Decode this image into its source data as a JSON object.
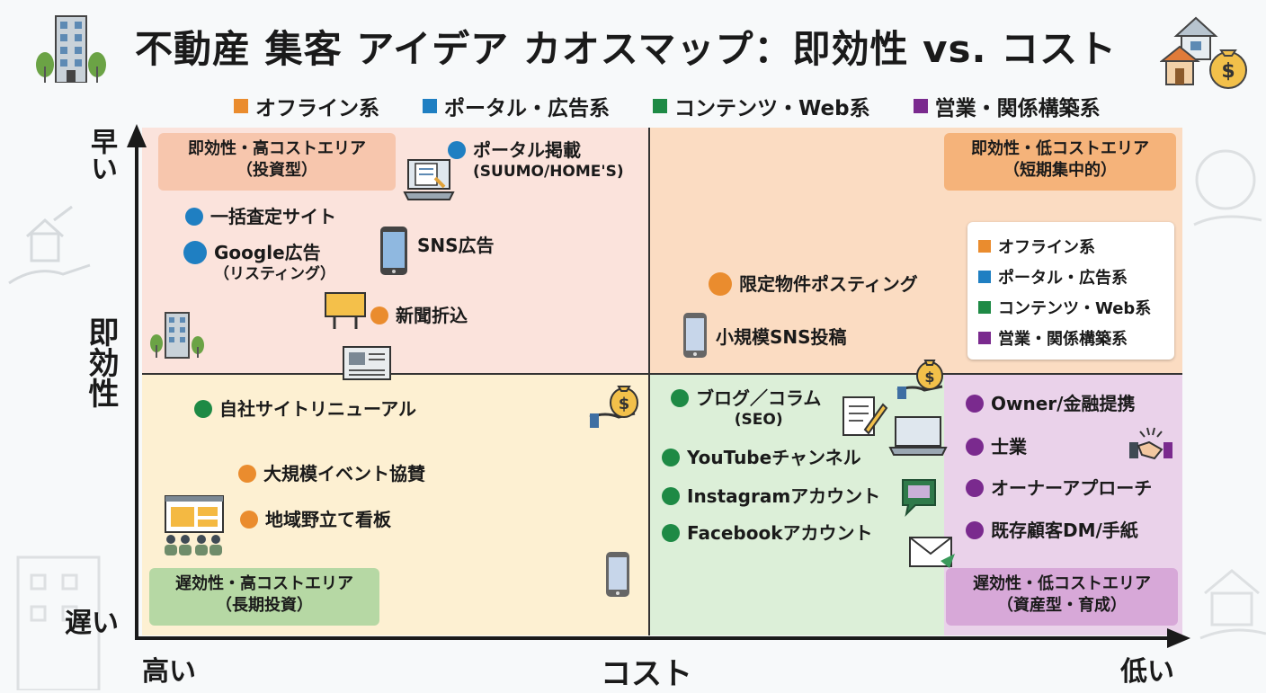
{
  "title": "不動産 集客 アイデア カオスマップ：即効性 vs. コスト",
  "colors": {
    "offline": "#ea8c2e",
    "portal": "#1f7fc2",
    "content": "#1e8a45",
    "sales": "#7a2a8e"
  },
  "legend": [
    {
      "label": "オフライン系",
      "color": "#ea8c2e"
    },
    {
      "label": "ポータル・広告系",
      "color": "#1f7fc2"
    },
    {
      "label": "コンテンツ・Web系",
      "color": "#1e8a45"
    },
    {
      "label": "営業・関係構築系",
      "color": "#7a2a8e"
    }
  ],
  "axes": {
    "y_label": "即効性",
    "y_top": "早い",
    "y_bottom": "遅い",
    "x_label": "コスト",
    "x_left": "高い",
    "x_right": "低い"
  },
  "zones": {
    "top_left": {
      "line1": "即効性・高コストエリア",
      "line2": "（投資型）"
    },
    "top_right": {
      "line1": "即効性・低コストエリア",
      "line2": "（短期集中的）"
    },
    "bottom_left": {
      "line1": "遅効性・高コストエリア",
      "line2": "（長期投資）"
    },
    "bottom_right": {
      "line1": "遅効性・低コストエリア",
      "line2": "（資産型・育成）"
    }
  },
  "items": {
    "portal_listing": {
      "label": "ポータル掲載",
      "sub": "(SUUMO/HOME'S)"
    },
    "bulk_appraisal": {
      "label": "一括査定サイト"
    },
    "google_ads": {
      "label": "Google広告",
      "sub": "（リスティング）"
    },
    "sns_ads": {
      "label": "SNS広告"
    },
    "newspaper_insert": {
      "label": "新聞折込"
    },
    "limited_posting": {
      "label": "限定物件ポスティング"
    },
    "small_sns": {
      "label": "小規模SNS投稿"
    },
    "site_renewal": {
      "label": "自社サイトリニューアル"
    },
    "big_event": {
      "label": "大規模イベント協賛"
    },
    "local_sign": {
      "label": "地域野立て看板"
    },
    "blog": {
      "label": "ブログ／コラム",
      "sub": "(SEO)"
    },
    "youtube": {
      "label": "YouTubeチャンネル"
    },
    "instagram": {
      "label": "Instagramアカウント"
    },
    "facebook": {
      "label": "Facebookアカウント"
    },
    "owner_finance": {
      "label": "Owner/金融提携"
    },
    "shigyo": {
      "label": "士業"
    },
    "owner_approach": {
      "label": "オーナーアプローチ"
    },
    "existing_dm": {
      "label": "既存顧客DM/手紙"
    }
  }
}
